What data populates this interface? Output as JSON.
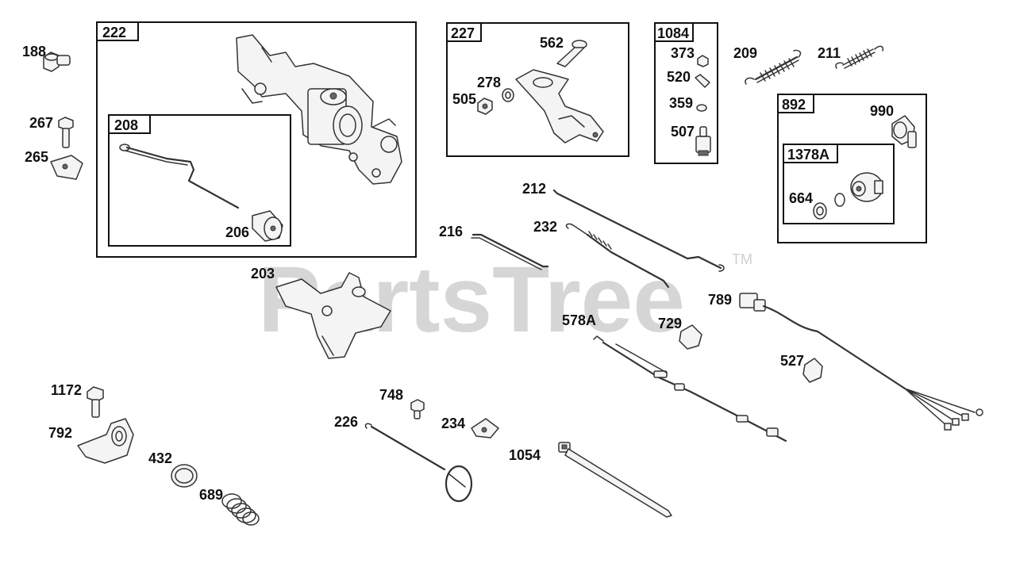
{
  "watermark": {
    "text": "PartsTree",
    "tm": "TM"
  },
  "boxes": {
    "b222": "222",
    "b208": "208",
    "b227": "227",
    "b1084": "1084",
    "b892": "892",
    "b1378A": "1378A"
  },
  "parts": {
    "p188": "188",
    "p267": "267",
    "p265": "265",
    "p206": "206",
    "p203": "203",
    "p562": "562",
    "p278": "278",
    "p505": "505",
    "p373": "373",
    "p520": "520",
    "p359": "359",
    "p507": "507",
    "p209": "209",
    "p211": "211",
    "p990": "990",
    "p664": "664",
    "p212": "212",
    "p216": "216",
    "p232": "232",
    "p789": "789",
    "p578A": "578A",
    "p729": "729",
    "p527": "527",
    "p1172": "1172",
    "p792": "792",
    "p432": "432",
    "p689": "689",
    "p748": "748",
    "p226": "226",
    "p234": "234",
    "p1054": "1054"
  }
}
